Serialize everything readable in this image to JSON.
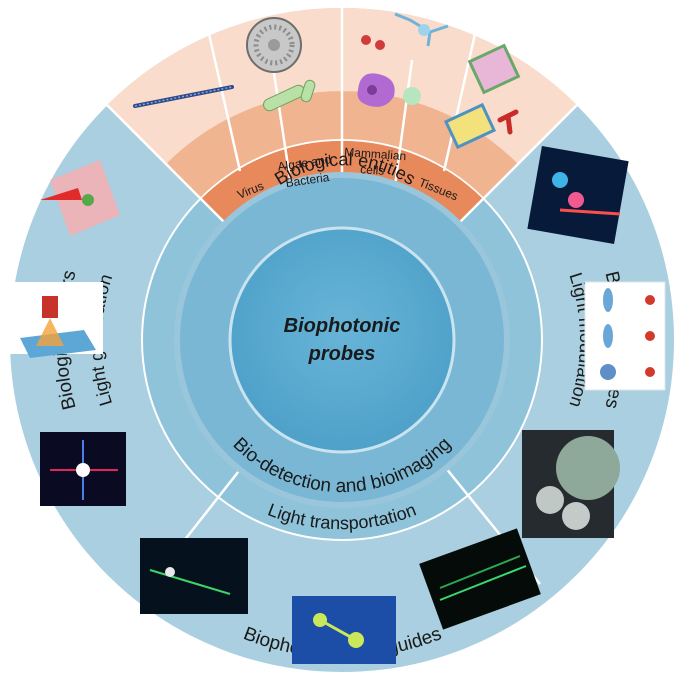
{
  "center": {
    "line1": "Biophotonic",
    "line2": "probes"
  },
  "ring_inner_text": "Bio-detection and bioimaging",
  "ring_middle": {
    "top": "Biological entities",
    "left": "Light generation",
    "right": "Light modulation",
    "bottom": "Light transportation"
  },
  "ring_outer": {
    "left": "Biological lasers",
    "right": "Bio-microlenses",
    "bottom": "Biophotonic waveguides"
  },
  "entities": {
    "virus": "Virus",
    "algae_line1": "Algae and",
    "algae_line2": "Bacteria",
    "mammalian_line1": "Mammalian",
    "mammalian_line2": "cells",
    "tissues": "Tissues"
  },
  "colors": {
    "outer_ring": "#a9cfe0",
    "middle_ring": "#8ec3da",
    "inner_ring": "#6fb1d0",
    "center": "#55a6cd",
    "peach": "#f9dccb",
    "peach_band": "#f0b491",
    "orange_sector": "#e8895c",
    "divider": "#ffffff"
  }
}
